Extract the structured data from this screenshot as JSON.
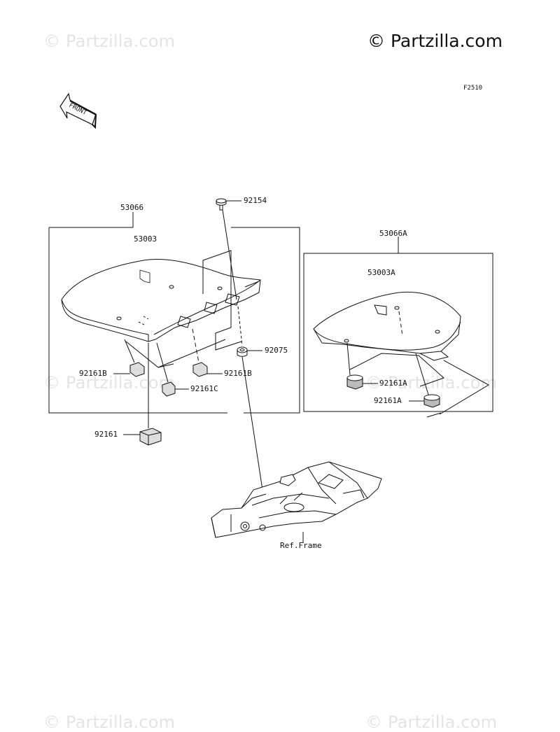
{
  "watermark": {
    "text": "© Partzilla.com",
    "copyright": "© Partzilla.com"
  },
  "figure_code": "F2510",
  "front_label": "FRONT",
  "labels": {
    "seat_assy": "53066",
    "seat_pan": "53003",
    "bolt": "92154",
    "grommet": "92075",
    "damper_b_left": "92161B",
    "damper_b_right": "92161B",
    "damper_c": "92161C",
    "damper": "92161",
    "rear_seat_assy": "53066A",
    "rear_seat_pan": "53003A",
    "damper_a_1": "92161A",
    "damper_a_2": "92161A",
    "frame_ref": "Ref.Frame"
  }
}
